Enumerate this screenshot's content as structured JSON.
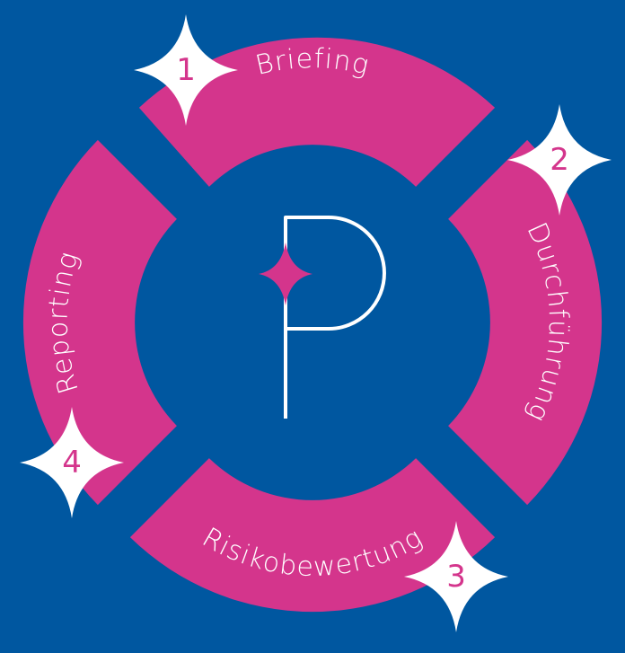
{
  "colors": {
    "background": "#0057a0",
    "segment": "#d4358c",
    "label_text": "#ffffff",
    "logo_stroke": "#ffffff",
    "logo_star": "#d4358c",
    "badge_fill": "#ffffff",
    "badge_text": "#d4358c"
  },
  "center": {
    "logo_icon": "p-logo-icon",
    "star_icon": "four-point-star-icon"
  },
  "segments": [
    {
      "id": "briefing",
      "label": "Briefing",
      "step": "1"
    },
    {
      "id": "durchfuehrung",
      "label": "Durchführung",
      "step": "2"
    },
    {
      "id": "risikobewertung",
      "label": "Risikobewertung",
      "step": "3"
    },
    {
      "id": "reporting",
      "label": "Reporting",
      "step": "4"
    }
  ]
}
